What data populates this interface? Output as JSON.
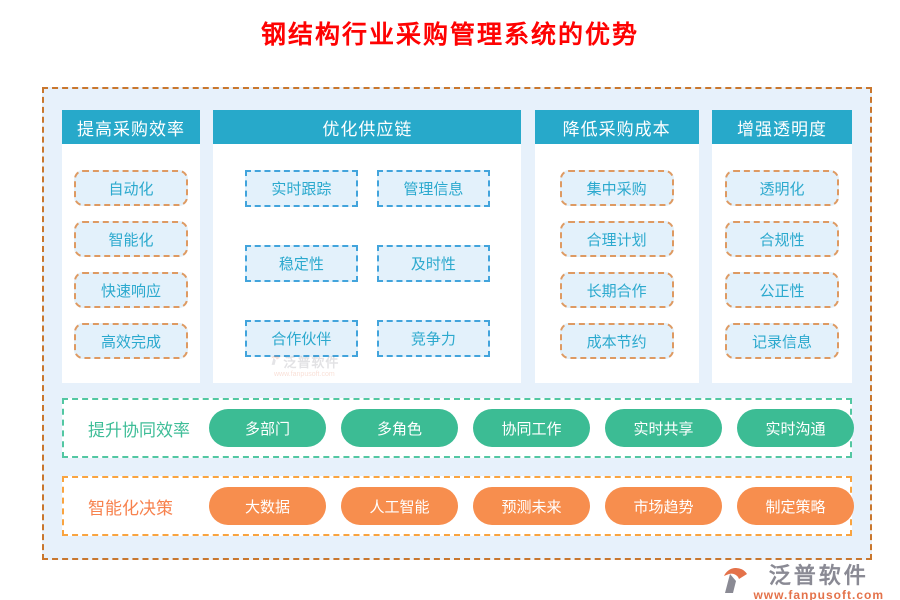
{
  "title": "钢结构行业采购管理系统的优势",
  "columns": [
    {
      "header": "提高采购效率",
      "items": [
        "自动化",
        "智能化",
        "快速响应",
        "高效完成"
      ]
    },
    {
      "header": "优化供应链",
      "items": [
        "实时跟踪",
        "管理信息",
        "稳定性",
        "及时性",
        "合作伙伴",
        "竞争力"
      ]
    },
    {
      "header": "降低采购成本",
      "items": [
        "集中采购",
        "合理计划",
        "长期合作",
        "成本节约"
      ]
    },
    {
      "header": "增强透明度",
      "items": [
        "透明化",
        "合规性",
        "公正性",
        "记录信息"
      ]
    }
  ],
  "bands": [
    {
      "label": "提升协同效率",
      "theme": "green",
      "pills": [
        "多部门",
        "多角色",
        "协同工作",
        "实时共享",
        "实时沟通"
      ]
    },
    {
      "label": "智能化决策",
      "theme": "orange",
      "pills": [
        "大数据",
        "人工智能",
        "预测未来",
        "市场趋势",
        "制定策略"
      ]
    }
  ],
  "watermark": {
    "name": "泛普软件",
    "url": "www.fanpusoft.com"
  },
  "logo": {
    "name": "泛普软件",
    "url": "www.fanpusoft.com"
  },
  "colors": {
    "title_red": "#fe0202",
    "header_blue": "#27a9ca",
    "item_text_blue": "#2ba9ce",
    "item_fill": "#e3f1fb",
    "item_border_orange": "#de9a62",
    "item_border_blue": "#42a4dc",
    "board_bg": "#e7f1fb",
    "board_border": "#c9772e",
    "green_pill": "#3cbc94",
    "green_border": "#53c7a2",
    "orange_pill": "#f78e4e",
    "orange_border": "#f9a440",
    "logo_gray": "#8a8a94",
    "logo_orange": "#e4724a"
  }
}
